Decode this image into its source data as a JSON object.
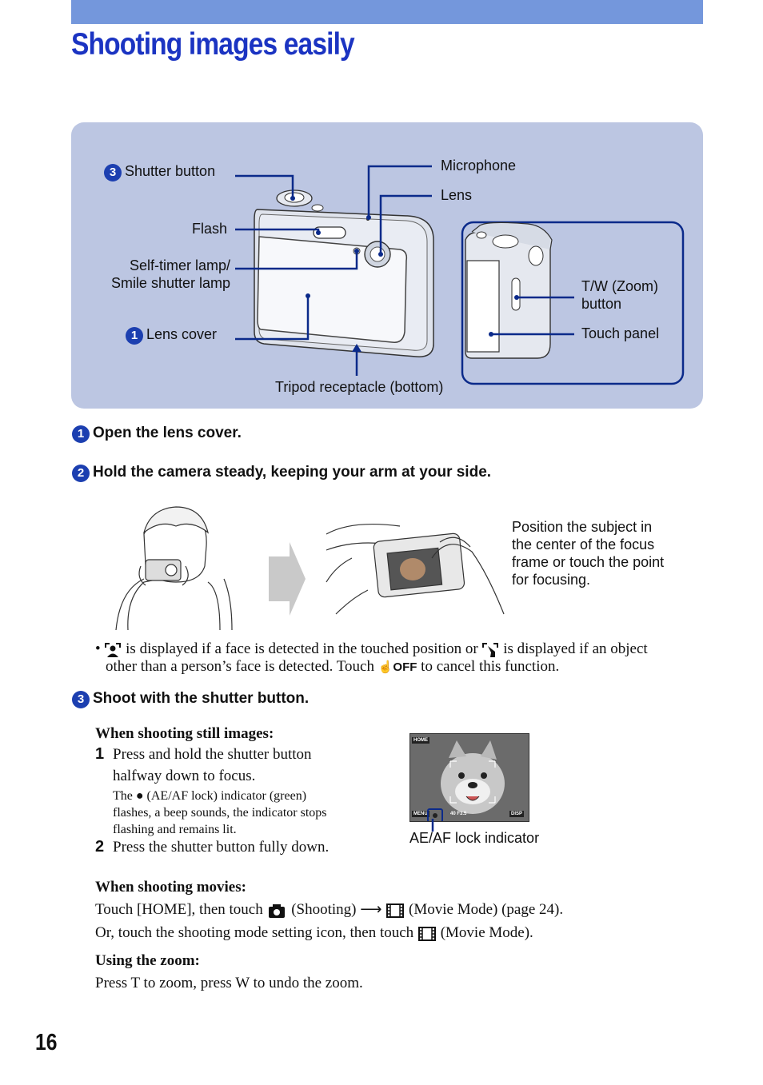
{
  "header": {
    "title": "Shooting images easily"
  },
  "diagram": {
    "labels": {
      "shutter_button": "Shutter button",
      "shutter_num": "3",
      "flash": "Flash",
      "self_timer_1": "Self-timer lamp/",
      "self_timer_2": "Smile shutter lamp",
      "lens_cover": "Lens cover",
      "lens_cover_num": "1",
      "microphone": "Microphone",
      "lens": "Lens",
      "tripod": "Tripod receptacle (bottom)",
      "tw_zoom_1": "T/W (Zoom)",
      "tw_zoom_2": "button",
      "touch_panel": "Touch panel"
    }
  },
  "steps": [
    {
      "num": "1",
      "text": "Open the lens cover."
    },
    {
      "num": "2",
      "text": "Hold the camera steady, keeping your arm at your side."
    },
    {
      "num": "3",
      "text": "Shoot with the shutter button."
    }
  ],
  "hold": {
    "caption_1": "Position the subject in",
    "caption_2": "the center of the focus",
    "caption_3": "frame or touch the point",
    "caption_4": "for focusing.",
    "note_a": "is displayed if a face is detected in the touched position or",
    "note_b": "is displayed if an object",
    "note_c": "other than a person’s face is detected. Touch",
    "note_d": "to cancel this function.",
    "off_label": "OFF"
  },
  "still": {
    "heading": "When shooting still images:",
    "item1_num": "1",
    "item1_line1": "Press and hold the shutter button",
    "item1_line2": "halfway down to focus.",
    "item1_note_1a": "The",
    "item1_note_1b": "(AE/AF lock) indicator (green)",
    "item1_note_2": "flashes, a beep sounds, the indicator stops",
    "item1_note_3": "flashing and remains lit.",
    "item2_num": "2",
    "item2_text": "Press the shutter button fully down.",
    "screen_caption": "AE/AF lock indicator",
    "screen": {
      "home": "HOME",
      "menu": "MENU",
      "disp": "DISP",
      "fnum": "40 F3.5"
    }
  },
  "movies": {
    "heading": "When shooting movies:",
    "line1a": "Touch [HOME], then touch",
    "line1b": "(Shooting)",
    "line1c": "(Movie Mode) (page 24).",
    "line2a": "Or, touch the shooting mode setting icon, then touch",
    "line2b": "(Movie Mode)."
  },
  "zoom": {
    "heading": "Using the zoom:",
    "text": "Press T to zoom, press W to undo the zoom."
  },
  "footer": {
    "page_number": "16"
  },
  "colors": {
    "accent_bar": "#7497dc",
    "title": "#1b34c2",
    "diagram_bg": "#bcc6e2",
    "leader_line": "#0b2a8a",
    "step_badge": "#1c3fb0"
  }
}
